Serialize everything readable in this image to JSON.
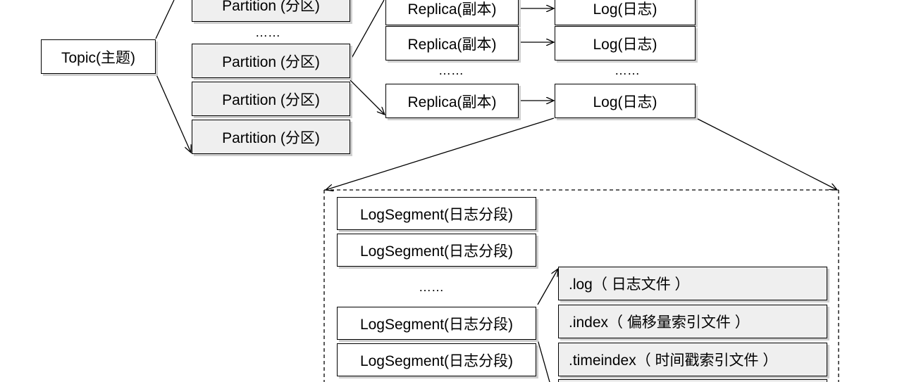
{
  "topic": "Topic(主题)",
  "partitions": [
    "Partition (分区)",
    "Partition (分区)",
    "Partition (分区)",
    "Partition (分区)"
  ],
  "replicas": [
    "Replica(副本)",
    "Replica(副本)",
    "Replica(副本)"
  ],
  "logs": [
    "Log(日志)",
    "Log(日志)",
    "Log(日志)"
  ],
  "log_segments": [
    "LogSegment(日志分段)",
    "LogSegment(日志分段)",
    "LogSegment(日志分段)",
    "LogSegment(日志分段)"
  ],
  "segment_files": [
    ".log（ 日志文件 ）",
    ".index（ 偏移量索引文件 ）",
    ".timeindex（ 时间戳索引文件 ）"
  ],
  "ellipsis": "……"
}
